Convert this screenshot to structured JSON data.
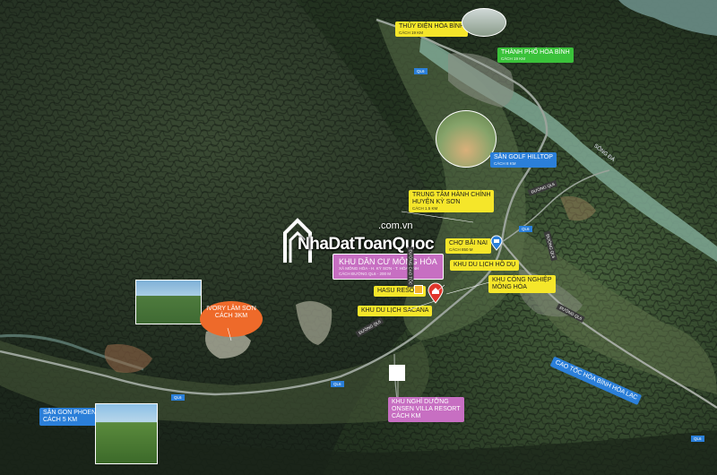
{
  "brand": {
    "name": "NhaDatToanQuoc",
    "domain": ".com.vn"
  },
  "project": {
    "title": "KHU DÂN CƯ MÔNG HÓA",
    "line1": "XÃ MÔNG HÓA - H. KỲ SƠN - T. HÒA BÌNH",
    "line2": "CÁCH ĐƯỜNG QL6 - 200 M"
  },
  "places": {
    "thuy_dien": {
      "name": "THỦY ĐIỆN HÒA BÌNH",
      "dist": "CÁCH 19 KM"
    },
    "thanh_pho": {
      "name": "THÀNH PHỐ HÒA BÌNH",
      "dist": "CÁCH 19 KM"
    },
    "san_golf": {
      "name": "SÂN GOLF HILLTOP",
      "dist": "CÁCH 8 KM"
    },
    "trung_tam": {
      "name": "TRUNG TÂM HÀNH CHÍNH",
      "name2": "HUYỆN KỲ SƠN",
      "dist": "CÁCH 1.5 KM"
    },
    "cho_bai_nai": {
      "name": "CHỢ BÃI NAI",
      "dist": "CÁCH 850 M"
    },
    "khu_du_lich_ho": {
      "name": "KHU DU LỊCH HỒ DỤ"
    },
    "khu_cong_nghiep": {
      "name": "KHU CÔNG NGHIỆP",
      "name2": "MÔNG HÓA"
    },
    "hasu": {
      "name": "HASU RESORT"
    },
    "sacana": {
      "name": "KHU DU LỊCH SACANA"
    },
    "ivory": {
      "name": "IVORY LÂM SƠN",
      "name2": "CÁCH 3KM"
    },
    "onsen": {
      "name": "KHU NGHỈ DƯỠNG",
      "name2": "ONSEN VILLA RESORT",
      "name3": "CÁCH  KM"
    },
    "san_gon": {
      "name": "SÂN GON PHOENIX",
      "name2": "CÁCH 5 KM"
    },
    "cao_toc": {
      "name": "CAO TỐC HÒA BÌNH HÒA LẠC"
    },
    "song_da": {
      "name": "SÔNG ĐÀ"
    }
  },
  "road_tags": {
    "r1": "ĐƯỜNG QL6",
    "r2": "ĐƯỜNG QL6",
    "r3": "ĐƯỜNG QL6",
    "r4": "ĐƯỜNG QL6",
    "r5": "ĐƯỜNG CAO TỐC"
  },
  "road_markers": [
    "QL6",
    "QL6",
    "QL6",
    "QL6",
    "QL6"
  ],
  "colors": {
    "yellow": "#f5e62a",
    "green": "#3ac23a",
    "blue": "#2b7fd9",
    "purple": "#c76fc2",
    "orange": "#ee6a2a",
    "river": "#7fa894",
    "road": "#9aa39a",
    "pin": "#e0352b"
  },
  "icons": [
    "home-pin-icon",
    "hotel-icon",
    "market-icon",
    "logo-house-icon",
    "road-shield-icon"
  ]
}
